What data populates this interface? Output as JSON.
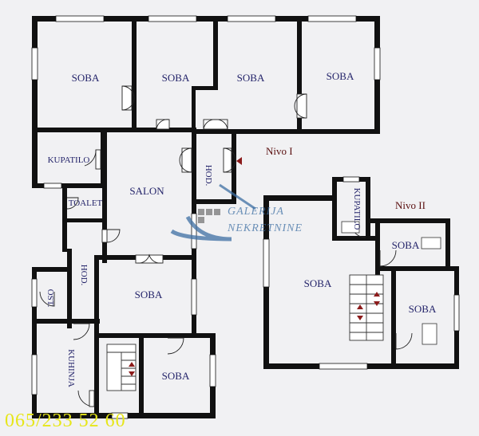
{
  "rooms": {
    "soba_1": "SOBA",
    "soba_2": "SOBA",
    "soba_3": "SOBA",
    "soba_4": "SOBA",
    "kupatilo": "KUPATILO",
    "toalet": "TOALET",
    "salon": "SALON",
    "hod_1": "HOD.",
    "hod_2": "HOD.",
    "ost": "OST.",
    "soba_5": "SOBA",
    "kuhinja": "KUHINJA",
    "soba_6": "SOBA",
    "soba_7": "SOBA",
    "kupatilo_2": "KUPATILO",
    "soba_8": "SOBA",
    "soba_9": "SOBA"
  },
  "levels": {
    "level_1": "Nivo I",
    "level_2": "Nivo II"
  },
  "watermark": {
    "line1": "GALERIJA",
    "line2": "NEKRETNINE"
  },
  "contact": {
    "phone": "065/233 52 60"
  },
  "colors": {
    "walls": "#111111",
    "room_labels": "#24246a",
    "level_labels": "#5a0f0f",
    "phone": "#e6e619",
    "watermark": "#3e6fa3",
    "stair_arrows": "#8b1a1a"
  },
  "icons": [
    "galerija-nekretnine-logo",
    "stair-arrow-up",
    "stair-arrow-down"
  ]
}
